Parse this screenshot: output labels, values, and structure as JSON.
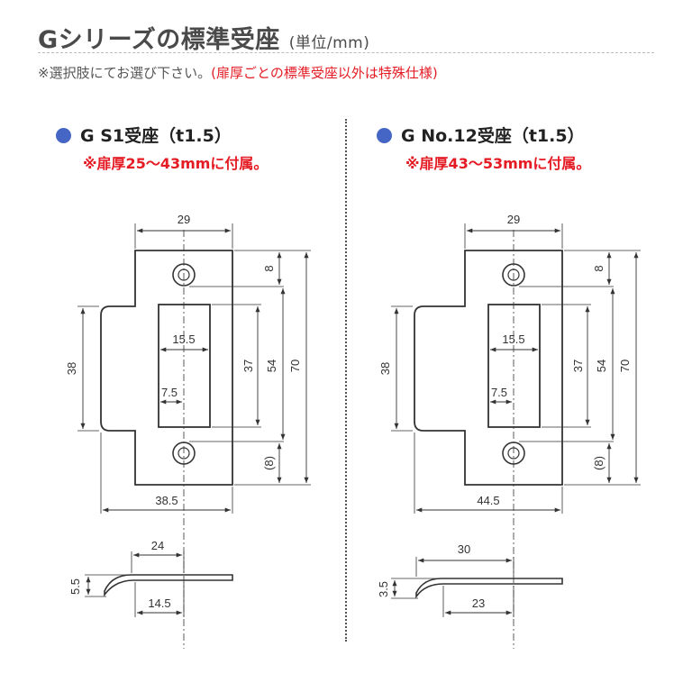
{
  "title": "Gシリーズの標準受座",
  "unit": "(単位/mm)",
  "note": "※選択肢にてお選び下さい。",
  "note_red": "(扉厚ごとの標準受座以外は特殊仕様)",
  "colors": {
    "accent_dot": "#4566c4",
    "red_text": "#e51b24"
  },
  "left": {
    "name": "G S1受座（t1.5）",
    "range": "※扉厚25〜43mmに付属。",
    "dims": {
      "top_width": "29",
      "hole_top": "8",
      "height_38": "38",
      "slot_width": "15.5",
      "slot_height": "37",
      "height_54": "54",
      "height_70": "70",
      "offset": "7.5",
      "hole_bottom": "(8)",
      "bottom_width": "38.5"
    },
    "side": {
      "length": "24",
      "thickness": "5.5",
      "lip": "14.5"
    }
  },
  "right": {
    "name": "G No.12受座（t1.5）",
    "range": "※扉厚43〜53mmに付属。",
    "dims": {
      "top_width": "29",
      "hole_top": "8",
      "height_38": "38",
      "slot_width": "15.5",
      "slot_height": "37",
      "height_54": "54",
      "height_70": "70",
      "offset": "7.5",
      "hole_bottom": "(8)",
      "bottom_width": "44.5"
    },
    "side": {
      "length": "30",
      "thickness": "3.5",
      "lip": "23"
    }
  }
}
